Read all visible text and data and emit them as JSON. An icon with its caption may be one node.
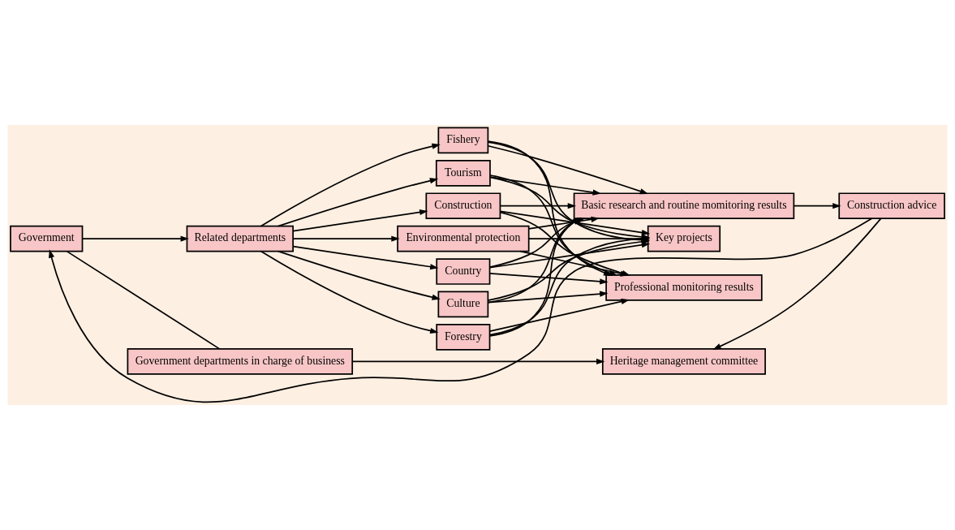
{
  "diagram": {
    "nodes": [
      {
        "text": [
          "Government departments in charge of business"
        ]
      },
      {
        "text": [
          "Heritage management committee"
        ]
      },
      {
        "text": [
          "Government"
        ]
      },
      {
        "text": [
          "Related departments"
        ]
      },
      {
        "text": [
          "Country"
        ]
      },
      {
        "text": [
          "Culture"
        ]
      },
      {
        "text": [
          "Forestry"
        ]
      },
      {
        "text": [
          "Fishery"
        ]
      },
      {
        "text": [
          "Tourism"
        ]
      },
      {
        "text": [
          "Construction"
        ]
      },
      {
        "text": [
          "Environmental protection"
        ]
      },
      {
        "text": [
          "Key projects"
        ]
      },
      {
        "text": [
          "Basic research and routine momitoring results"
        ]
      },
      {
        "text": [
          "Professional monitoring results"
        ]
      },
      {
        "text": [
          "Construction advice"
        ]
      }
    ],
    "edges": [
      {
        "from": 2,
        "to": 0,
        "arrow": "none"
      },
      {
        "from": 0,
        "to": 1,
        "arrow": "to"
      },
      {
        "from": 14,
        "to": 1,
        "arrow": "to"
      },
      {
        "from": 2,
        "to": 3,
        "arrow": "to"
      },
      {
        "from": 3,
        "to": 4,
        "arrow": "to"
      },
      {
        "from": 3,
        "to": 5,
        "arrow": "to"
      },
      {
        "from": 3,
        "to": 6,
        "arrow": "to"
      },
      {
        "from": 3,
        "to": 7,
        "arrow": "to"
      },
      {
        "from": 3,
        "to": 8,
        "arrow": "to"
      },
      {
        "from": 3,
        "to": 9,
        "arrow": "to"
      },
      {
        "from": 3,
        "to": 10,
        "arrow": "to"
      },
      {
        "from": 4,
        "to": 11,
        "arrow": "to"
      },
      {
        "from": 4,
        "to": 12,
        "arrow": "to"
      },
      {
        "from": 4,
        "to": 13,
        "arrow": "to"
      },
      {
        "from": 5,
        "to": 11,
        "arrow": "to"
      },
      {
        "from": 5,
        "to": 12,
        "arrow": "to"
      },
      {
        "from": 5,
        "to": 13,
        "arrow": "to"
      },
      {
        "from": 6,
        "to": 11,
        "arrow": "to"
      },
      {
        "from": 6,
        "to": 12,
        "arrow": "to"
      },
      {
        "from": 6,
        "to": 13,
        "arrow": "to"
      },
      {
        "from": 7,
        "to": 11,
        "arrow": "to"
      },
      {
        "from": 7,
        "to": 12,
        "arrow": "to"
      },
      {
        "from": 7,
        "to": 13,
        "arrow": "to"
      },
      {
        "from": 8,
        "to": 11,
        "arrow": "to"
      },
      {
        "from": 8,
        "to": 12,
        "arrow": "to"
      },
      {
        "from": 8,
        "to": 13,
        "arrow": "to"
      },
      {
        "from": 9,
        "to": 11,
        "arrow": "to"
      },
      {
        "from": 9,
        "to": 12,
        "arrow": "to"
      },
      {
        "from": 9,
        "to": 13,
        "arrow": "to"
      },
      {
        "from": 10,
        "to": 11,
        "arrow": "to"
      },
      {
        "from": 10,
        "to": 12,
        "arrow": "to"
      },
      {
        "from": 10,
        "to": 13,
        "arrow": "to"
      },
      {
        "from": 12,
        "to": 14,
        "arrow": "to"
      },
      {
        "from": 14,
        "to": 2,
        "arrow": "to"
      }
    ]
  }
}
